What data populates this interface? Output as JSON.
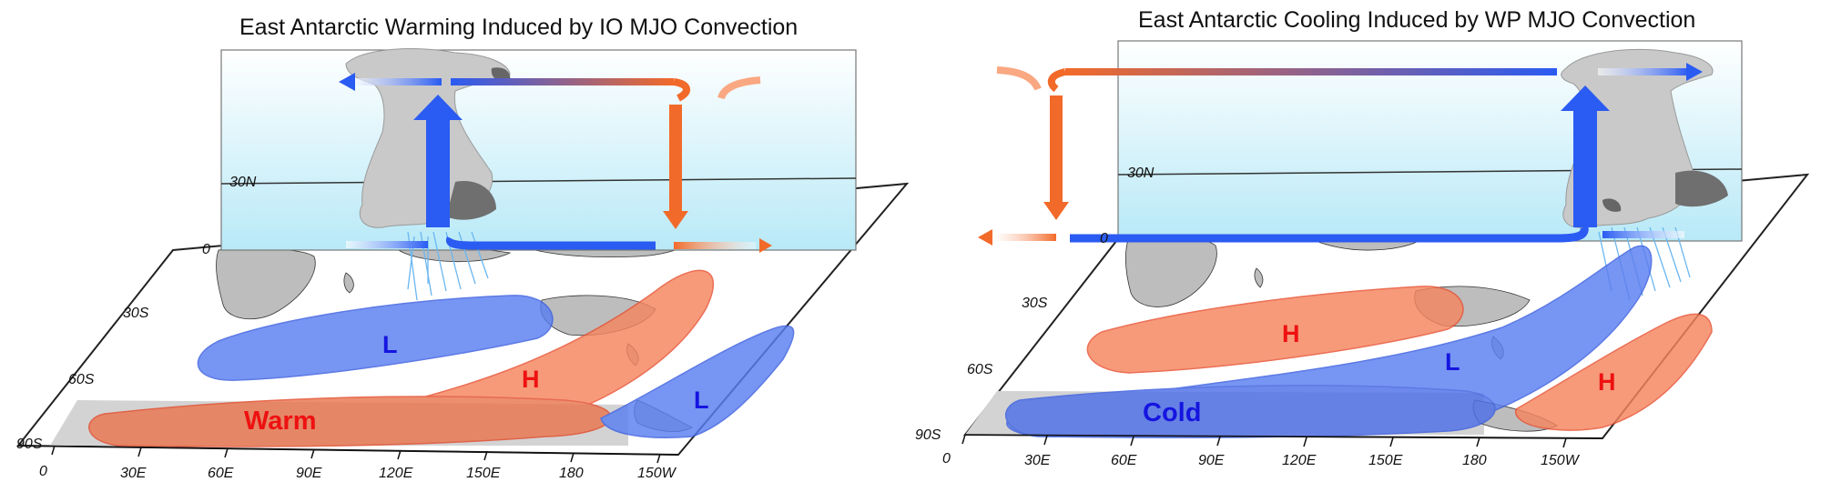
{
  "left": {
    "title": "East Antarctic Warming Induced by IO MJO Convection",
    "lat_labels": [
      "30N",
      "0",
      "30S",
      "60S",
      "90S"
    ],
    "lon_labels": [
      "0",
      "30E",
      "60E",
      "90E",
      "120E",
      "150E",
      "180",
      "150W"
    ],
    "anomalies": [
      {
        "label": "L",
        "kind": "low"
      },
      {
        "label": "H",
        "kind": "high"
      },
      {
        "label": "Warm",
        "kind": "warm"
      },
      {
        "label": "L",
        "kind": "low"
      }
    ]
  },
  "right": {
    "title": "East Antarctic Cooling Induced by WP MJO Convection",
    "lat_labels": [
      "30N",
      "0",
      "30S",
      "60S",
      "90S"
    ],
    "lon_labels": [
      "0",
      "30E",
      "60E",
      "90E",
      "120E",
      "150E",
      "180",
      "150W"
    ],
    "anomalies": [
      {
        "label": "H",
        "kind": "high"
      },
      {
        "label": "L",
        "kind": "low"
      },
      {
        "label": "Cold",
        "kind": "cold"
      },
      {
        "label": "H",
        "kind": "high"
      }
    ]
  },
  "colors": {
    "low": "#5a7ef0",
    "high": "#f5855e",
    "label_low": "#1515e0",
    "label_high": "#ee1111",
    "arrow_blue": "#2a5bf2",
    "arrow_orange": "#f26a2a",
    "cloud": "#c9c9c9",
    "land": "#bdbdbd"
  }
}
